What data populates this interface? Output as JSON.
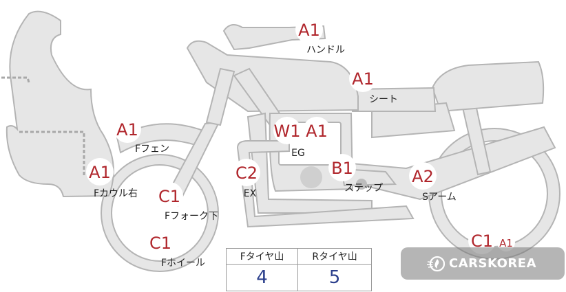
{
  "badges": [
    {
      "grade": "A1",
      "label": "ハンドル"
    },
    {
      "grade": "A1",
      "label": "シート"
    },
    {
      "grade": "A1",
      "label": "Fフェン"
    },
    {
      "grade": "W1",
      "label": ""
    },
    {
      "grade": "A1",
      "label": "EG"
    },
    {
      "grade": "A1",
      "label": "Fカウル右"
    },
    {
      "grade": "C2",
      "label": "EX"
    },
    {
      "grade": "B1",
      "label": "ステップ"
    },
    {
      "grade": "A2",
      "label": "Sアーム"
    },
    {
      "grade": "C1",
      "label": "Fフォーク下"
    },
    {
      "grade": "C1",
      "label": "Fホイール"
    },
    {
      "grade": "C1",
      "label": ""
    },
    {
      "grade": "A1",
      "label": ""
    }
  ],
  "tread_table": {
    "headers": [
      "Fタイヤ山",
      "Rタイヤ山"
    ],
    "values": [
      "4",
      "5"
    ]
  },
  "watermark": {
    "text": "CARSKOREA",
    "icon": "carskorea-flame-logo"
  },
  "colors": {
    "grade": "#b0262c",
    "tread_value": "#2b3f8c",
    "part_fill": "#e6e6e6"
  }
}
